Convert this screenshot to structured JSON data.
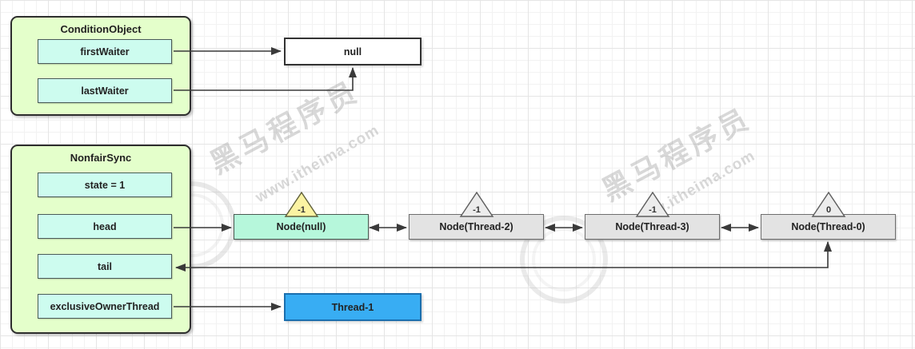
{
  "condition_object": {
    "title": "ConditionObject",
    "fields": [
      {
        "label": "firstWaiter"
      },
      {
        "label": "lastWaiter"
      }
    ]
  },
  "null_box": {
    "label": "null"
  },
  "nonfair_sync": {
    "title": "NonfairSync",
    "fields": [
      {
        "label": "state = 1"
      },
      {
        "label": "head"
      },
      {
        "label": "tail"
      },
      {
        "label": "exclusiveOwnerThread"
      }
    ]
  },
  "queue_nodes": [
    {
      "label": "Node(null)",
      "waitStatus": "-1",
      "highlight": true
    },
    {
      "label": "Node(Thread-2)",
      "waitStatus": "-1",
      "highlight": false
    },
    {
      "label": "Node(Thread-3)",
      "waitStatus": "-1",
      "highlight": false
    },
    {
      "label": "Node(Thread-0)",
      "waitStatus": "0",
      "highlight": false
    }
  ],
  "owner_thread": {
    "label": "Thread-1"
  },
  "watermarks": [
    {
      "text": "黑马程序员",
      "subtext": "www.itheima.com"
    },
    {
      "text": "黑马程序员",
      "subtext": "www.itheima.com"
    }
  ],
  "colors": {
    "container_fill": "#E4FFCB",
    "container_border": "#2E2E2E",
    "field_fill": "#CDFCEF",
    "node_head_fill": "#B6F7DB",
    "node_fill": "#E3E3E3",
    "null_fill": "#FFFFFF",
    "thread_fill": "#38ADF3",
    "triangle_first_fill": "#FBF3A3",
    "triangle_fill": "#ECECEC",
    "arrow": "#3A3A3A",
    "watermark": "#9A9A9A"
  }
}
